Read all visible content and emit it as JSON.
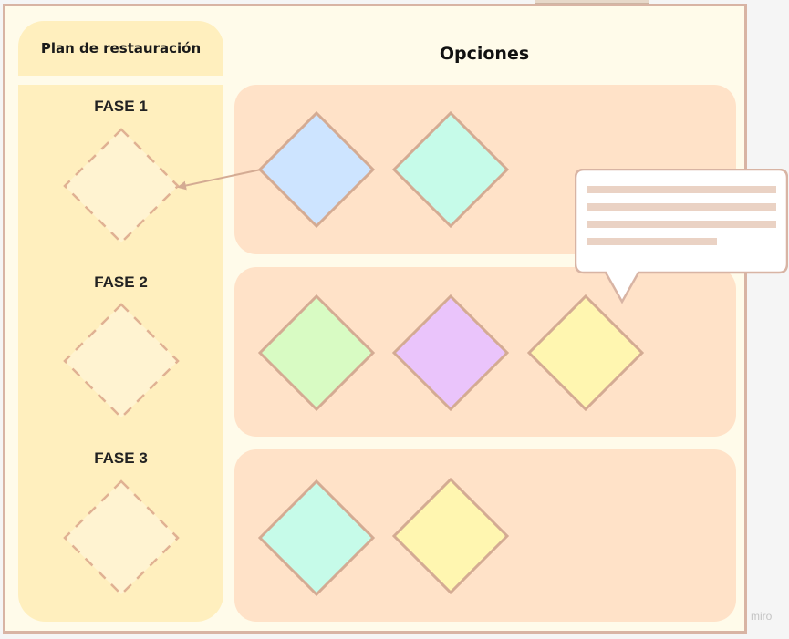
{
  "header": {
    "left_title": "Plan de restauración",
    "options_title": "Opciones"
  },
  "phases": [
    {
      "label": "FASE 1"
    },
    {
      "label": "FASE 2"
    },
    {
      "label": "FASE 3"
    }
  ],
  "options_rows": [
    {
      "colors": [
        "#cde4ff",
        "#c6fbe9"
      ]
    },
    {
      "colors": [
        "#d8fbc3",
        "#eac4fb",
        "#fff6b0"
      ]
    },
    {
      "colors": [
        "#c6fbe9",
        "#fff6b0"
      ]
    }
  ],
  "palette": {
    "board_bg": "#fffbea",
    "board_border": "#d8b4a4",
    "column_bg": "#ffefbe",
    "row_bg": "#ffe2c8",
    "shape_stroke": "#d4ab93",
    "placeholder_stroke": "#e0b193",
    "placeholder_fill": "#fff3d1",
    "tooltip_line": "#ead2c4"
  },
  "watermark": "miro"
}
